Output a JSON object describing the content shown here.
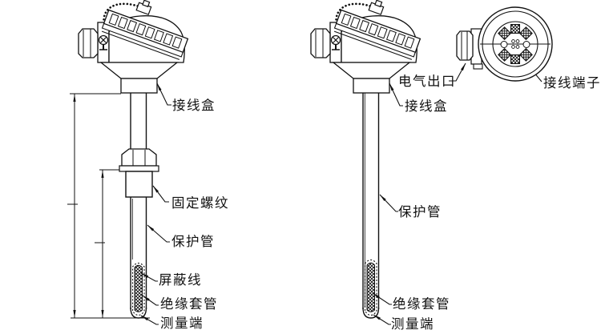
{
  "figure": {
    "type": "technical-line-drawing",
    "subject": "thermocouple temperature sensor assemblies, two side views and one terminal end view",
    "colors": {
      "line": "#111111",
      "background": "#ffffff"
    },
    "left_probe": {
      "labels": {
        "junction_box": "接线盒",
        "fixing_thread": "固定螺纹",
        "protection_tube": "保护管",
        "shielded_wire": "屏蔽线",
        "insulation_sleeve": "绝缘套管",
        "measuring_end": "测量端"
      }
    },
    "right_probe": {
      "labels": {
        "electrical_outlet": "电气出口",
        "junction_box": "接线盒",
        "protection_tube": "保护管",
        "insulation_sleeve": "绝缘套管",
        "measuring_end": "测量端",
        "terminal": "接线端子"
      }
    }
  }
}
